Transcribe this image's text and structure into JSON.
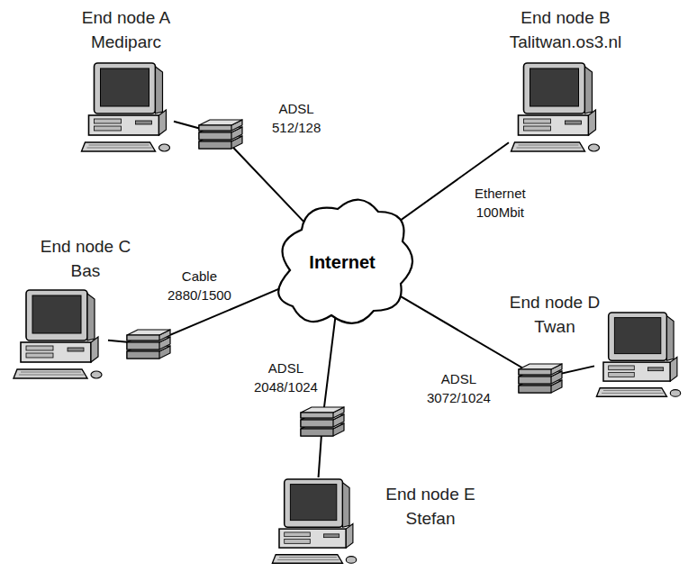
{
  "diagram": {
    "nodes": [
      {
        "text": [
          "End node A",
          "Mediparc"
        ]
      },
      {
        "text": [
          "End node B",
          "Talitwan.os3.nl"
        ]
      },
      {
        "text": [
          "Internet"
        ]
      },
      {
        "text": [
          "End node C",
          "Bas"
        ]
      },
      {
        "text": [
          "End node D",
          "Twan"
        ]
      },
      {
        "text": [
          "End node E",
          "Stefan"
        ]
      }
    ],
    "edges": [
      {
        "from": 0,
        "to": 2,
        "arrow": "none",
        "label": "ADSL 512/128"
      },
      {
        "from": 1,
        "to": 2,
        "arrow": "none",
        "label": "Ethernet 100Mbit"
      },
      {
        "from": 3,
        "to": 2,
        "arrow": "none",
        "label": "Cable 2880/1500"
      },
      {
        "from": 5,
        "to": 2,
        "arrow": "none",
        "label": "ADSL 2048/1024"
      },
      {
        "from": 4,
        "to": 2,
        "arrow": "none",
        "label": "ADSL 3072/1024"
      }
    ]
  }
}
